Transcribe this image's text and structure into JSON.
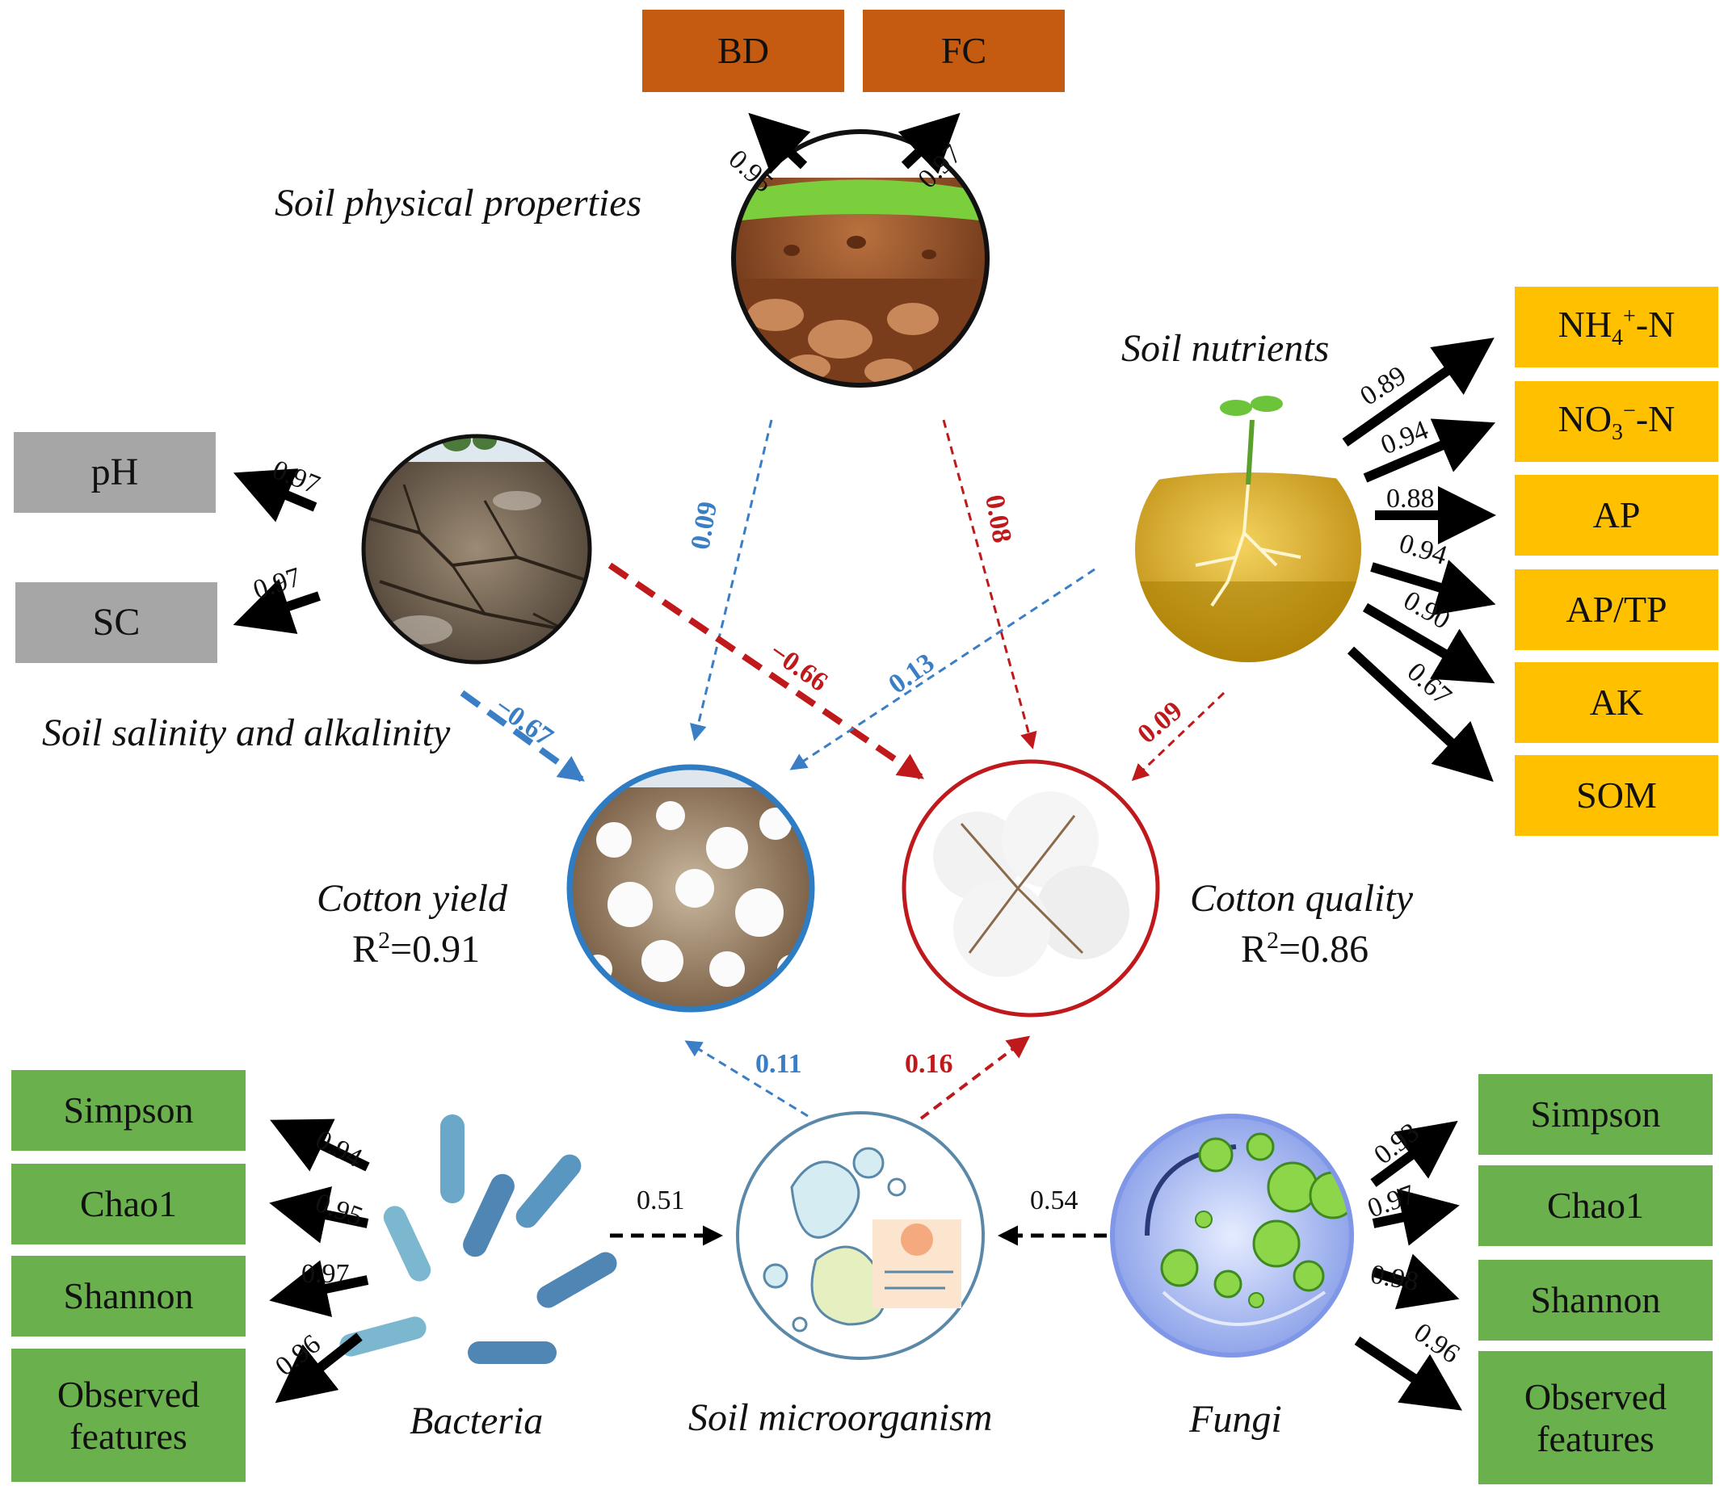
{
  "colors": {
    "physical": "#c55a11",
    "salinity": "#a6a6a6",
    "nutrients": "#ffc000",
    "microbe": "#6ab04c",
    "yield_path": "#3a7ec6",
    "quality_path": "#c0191c",
    "loading_arrow": "#000000"
  },
  "physical": {
    "label": "Soil physical properties",
    "indicators": [
      "BD",
      "FC"
    ],
    "loadings": [
      "0.95",
      "0.97"
    ]
  },
  "salinity": {
    "label": "Soil salinity and alkalinity",
    "indicators": [
      "pH",
      "SC"
    ],
    "loadings": [
      "0.97",
      "0.97"
    ]
  },
  "nutrients": {
    "label": "Soil nutrients",
    "indicators": [
      "NH4+-N",
      "NO3−-N",
      "AP",
      "AP/TP",
      "AK",
      "SOM"
    ],
    "loadings": [
      "0.89",
      "0.94",
      "0.88",
      "0.94",
      "0.90",
      "0.67"
    ]
  },
  "cotton_yield": {
    "label": "Cotton yield",
    "r2_prefix": "R",
    "r2_sup": "2",
    "r2_value": "=0.91"
  },
  "cotton_quality": {
    "label": "Cotton quality",
    "r2_prefix": "R",
    "r2_sup": "2",
    "r2_value": "=0.86"
  },
  "bacteria": {
    "label": "Bacteria",
    "indicators": [
      "Simpson",
      "Chao1",
      "Shannon",
      "Observed features"
    ],
    "loadings": [
      "0.94",
      "0.95",
      "0.97",
      "0.96"
    ],
    "to_microbe": "0.51"
  },
  "fungi": {
    "label": "Fungi",
    "indicators": [
      "Simpson",
      "Chao1",
      "Shannon",
      "Observed features"
    ],
    "loadings": [
      "0.93",
      "0.97",
      "0.98",
      "0.96"
    ],
    "to_microbe": "0.54"
  },
  "microbe": {
    "label": "Soil microorganism"
  },
  "paths": {
    "physical_yield": "0.09",
    "physical_quality": "0.08",
    "salinity_yield": "−0.67",
    "salinity_quality": "−0.66",
    "nutrients_yield": "0.13",
    "nutrients_quality": "0.09",
    "microbe_yield": "0.11",
    "microbe_quality": "0.16"
  }
}
